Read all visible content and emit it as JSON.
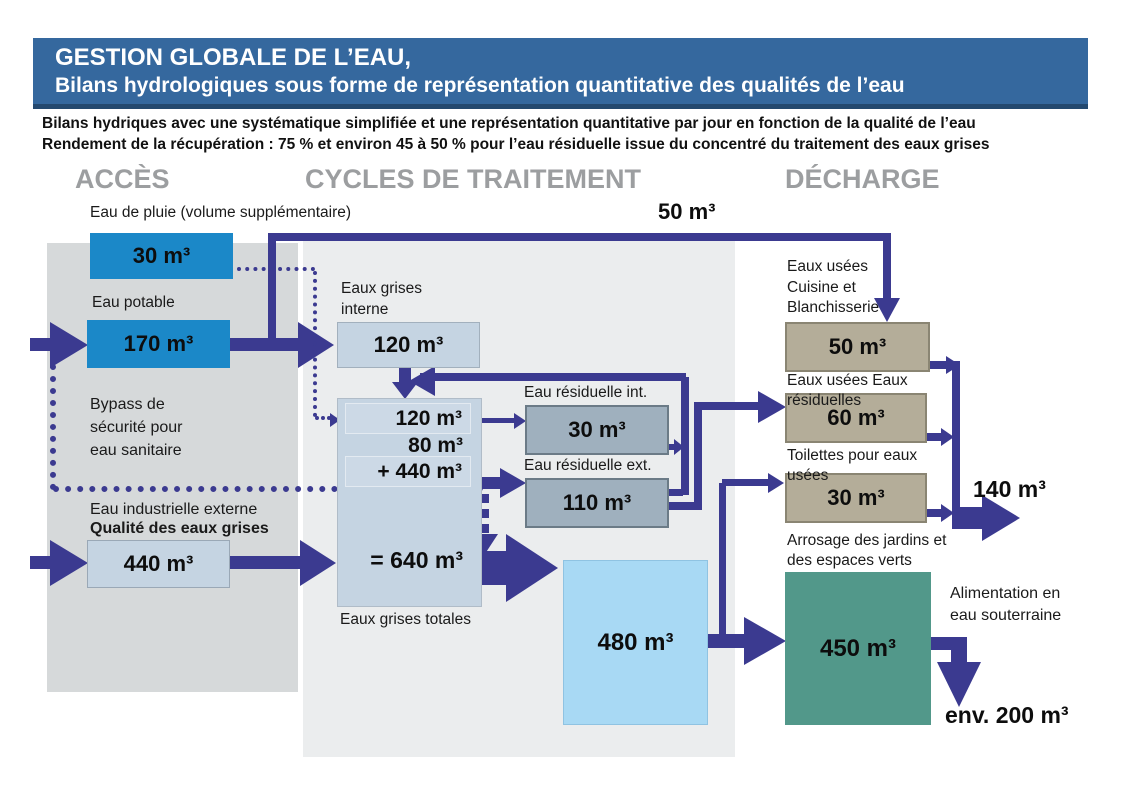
{
  "header": {
    "title_line1": "GESTION GLOBALE DE L’EAU,",
    "title_line2": "Bilans hydrologiques sous forme de représentation quantitative des qualités de l’eau"
  },
  "intro": {
    "line1": "Bilans hydriques avec une systématique simplifiée et une représentation quantitative par jour en fonction de la qualité de l’eau",
    "line2": "Rendement de la récupération : 75 % et environ 45 à 50 % pour l’eau résiduelle issue du concentré du traitement des eaux grises"
  },
  "columns": {
    "access": "ACCÈS",
    "treatment": "CYCLES DE TRAITEMENT",
    "discharge": "DÉCHARGE"
  },
  "nodes": {
    "rain": {
      "label": "Eau de pluie (volume supplémentaire)",
      "value": "30 m³"
    },
    "potable": {
      "label": "Eau potable",
      "value": "170 m³"
    },
    "bypass": {
      "line1": "Bypass de",
      "line2": "sécurité pour",
      "line3": "eau sanitaire"
    },
    "industrial": {
      "line1": "Eau industrielle externe",
      "line2": "Qualité des eaux grises",
      "value": "440 m³"
    },
    "grey_internal": {
      "line1": "Eaux grises",
      "line2": "interne",
      "value": "120 m³"
    },
    "stack": {
      "row1": "120 m³",
      "row2": "80 m³",
      "row3": "+ 440 m³",
      "total": "= 640 m³",
      "caption": "Eaux grises totales"
    },
    "residual_int": {
      "label": "Eau résiduelle int.",
      "value": "30 m³"
    },
    "residual_ext": {
      "label": "Eau résiduelle ext.",
      "value": "110 m³"
    },
    "service": {
      "value": "480 m³"
    },
    "kitchen": {
      "line1": "Eaux usées",
      "line2": "Cuisine et",
      "line3": "Blanchisserie",
      "value": "50 m³"
    },
    "waste_res": {
      "line1": "Eaux usées Eaux",
      "line2": "résiduelles",
      "value": "60 m³"
    },
    "toilets": {
      "line1": "Toilettes pour eaux",
      "line2": "usées",
      "value": "30 m³"
    },
    "irrigation": {
      "line1": "Arrosage des jardins et",
      "line2": "des espaces verts",
      "value": "450 m³"
    },
    "groundwater": {
      "line1": "Alimentation en",
      "line2": "eau souterraine",
      "value": "env. 200 m³"
    }
  },
  "flows": {
    "sewer_direct": "50 m³",
    "sewer_total": "140 m³"
  },
  "colors": {
    "accent": "#3b3a90",
    "blue": "#1b88c8",
    "light_blue": "#c5d4e2",
    "grey_blue": "#9fb0be",
    "tan": "#b4ad99",
    "cyan": "#a8d9f4",
    "green": "#52988a",
    "header_bar": "#35689e"
  }
}
